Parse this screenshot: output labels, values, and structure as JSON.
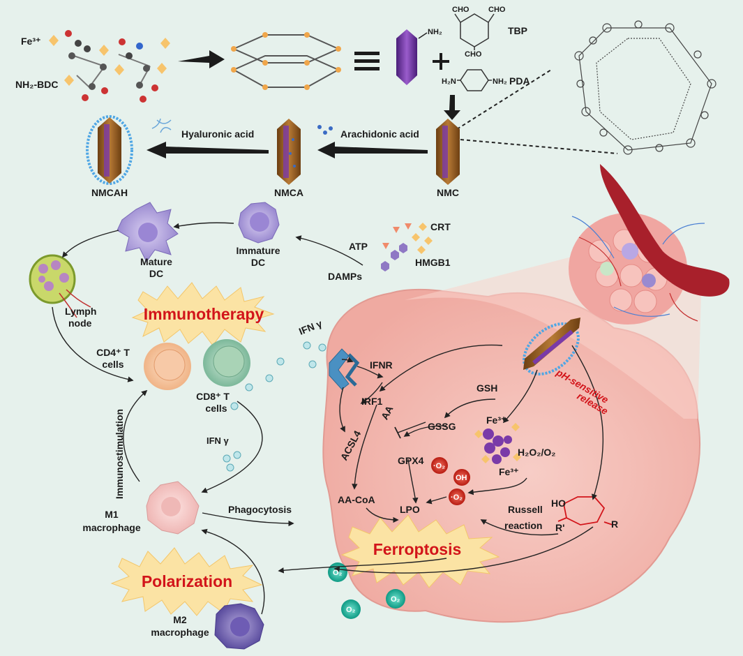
{
  "synthesis": {
    "fe3": "Fe³⁺",
    "nh2bdc": "NH₂-BDC",
    "nh2": "NH₂",
    "cho1": "CHO",
    "cho2": "CHO",
    "cho3": "CHO",
    "tbp": "TBP",
    "pda": "PDA",
    "h2n": "H₂N",
    "nh2b": "NH₂",
    "hyaluronic": "Hyaluronic acid",
    "arachidonic": "Arachidonic acid",
    "nmcah": "NMCAH",
    "nmca": "NMCA",
    "nmc": "NMC"
  },
  "immune": {
    "mature_dc_1": "Mature",
    "mature_dc_2": "DC",
    "immature_dc_1": "Immature",
    "immature_dc_2": "DC",
    "lymph_1": "Lymph",
    "lymph_2": "node",
    "atp": "ATP",
    "crt": "CRT",
    "hmgb1": "HMGB1",
    "damps": "DAMPs",
    "immunotherapy": "Immunotherapy",
    "cd4_1": "CD4⁺ T",
    "cd4_2": "cells",
    "cd8_1": "CD8⁺ T",
    "cd8_2": "cells",
    "ifn_top": "IFN γ",
    "ifn_mid": "IFN γ",
    "immunostimulation": "Immunostimulation",
    "m1_1": "M1",
    "m1_2": "macrophage",
    "m2_1": "M2",
    "m2_2": "macrophage",
    "phagocytosis": "Phagocytosis",
    "polarization": "Polarization"
  },
  "tumor": {
    "ifnr": "IFNR",
    "irf1": "IRF1",
    "aa": "AA",
    "acsl4": "ACSL4",
    "aacoa": "AA-CoA",
    "gsh": "GSH",
    "gssg": "GSSG",
    "gpx4": "GPX4",
    "lpo": "LPO",
    "fe3a": "Fe³⁺",
    "fe3b": "Fe³⁺",
    "h2o2": "H₂O₂/O₂",
    "o2rad1": "·O₂",
    "oh": "OH",
    "o2rad2": "·O₂",
    "ph_1": "pH-sensitive",
    "ph_2": "release",
    "russell_1": "Russell",
    "russell_2": "reaction",
    "ho": "HO",
    "rprime": "R'",
    "r": "R",
    "ferroptosis": "Ferroptosis",
    "o2a": "O₂",
    "o2b": "O₂",
    "o2c": "O₂"
  },
  "colors": {
    "background": "#e6f1ec",
    "tumor_fill": "#f4bdb6",
    "accent_red": "#d2141a",
    "burst_fill": "#fbe3a4",
    "nanorod_brown": "#a0692a",
    "mof_purple": "#7a3aa8",
    "oxygen_teal": "#1cb39b"
  }
}
